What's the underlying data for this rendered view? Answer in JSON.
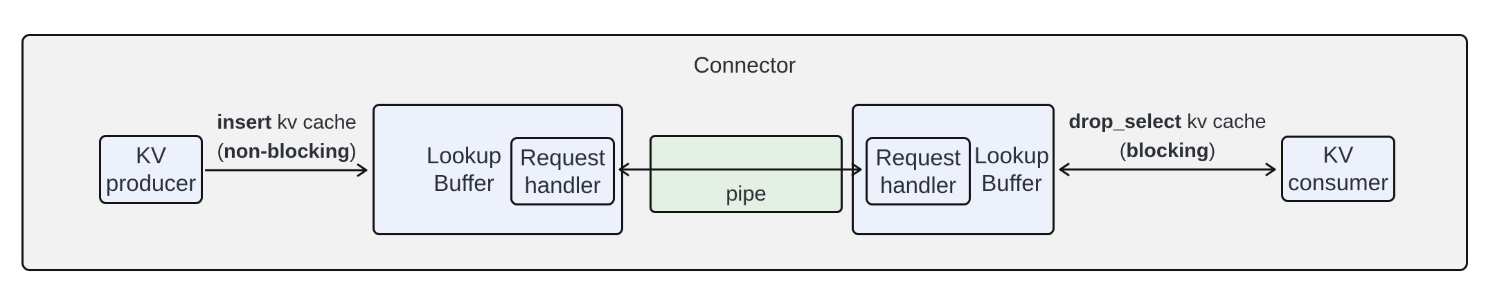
{
  "diagram": {
    "title": "Connector",
    "nodes": {
      "kv_producer": {
        "line1": "KV",
        "line2": "producer"
      },
      "lookup_buffer_left": {
        "line1": "Lookup",
        "line2": "Buffer"
      },
      "request_handler_left": {
        "line1": "Request",
        "line2": "handler"
      },
      "pipe": {
        "label": "pipe"
      },
      "request_handler_right": {
        "line1": "Request",
        "line2": "handler"
      },
      "lookup_buffer_right": {
        "line1": "Lookup",
        "line2": "Buffer"
      },
      "kv_consumer": {
        "line1": "KV",
        "line2": "consumer"
      }
    },
    "edges": {
      "insert": {
        "bold": "insert",
        "rest": " kv cache",
        "paren_open": "(",
        "paren_bold": "non-blocking",
        "paren_close": ")"
      },
      "drop_select": {
        "bold": "drop_select",
        "rest": " kv cache",
        "paren_open": "(",
        "paren_bold": "blocking",
        "paren_close": ")"
      }
    },
    "colors": {
      "node_fill": "#edf1fb",
      "pipe_fill": "#e3f0e3",
      "container_fill": "#f2f2f3",
      "border": "#141414",
      "text": "#2b2f36"
    }
  }
}
